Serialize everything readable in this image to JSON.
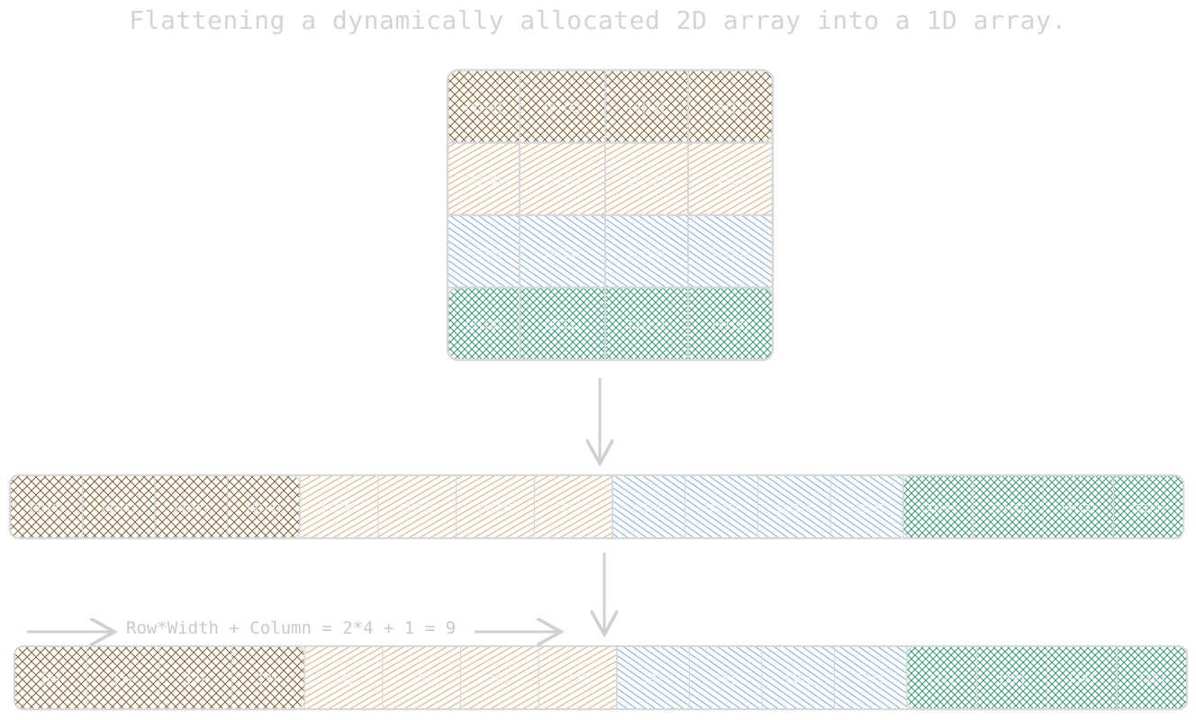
{
  "title": "Flattening a dynamically allocated 2D array into a 1D array.",
  "formula": "Row*Width + Column = 2*4 + 1 = 9",
  "colors": {
    "row0": "#86663a",
    "row1": "#d2955e",
    "row2": "#5a97d8",
    "row3": "#3f9a76",
    "border": "#d8d8d8",
    "label": "#efefef",
    "arrow": "#cfcfcf"
  },
  "grid": {
    "rows": [
      [
        "[0][0]",
        "[0][1]",
        "[0][2]",
        "[0][3]"
      ],
      [
        "[1][0]",
        "[1][1]",
        "[1][2]",
        "[1][3]"
      ],
      [
        "[2][0]",
        "[2][1]",
        "[2][2]",
        "[2][3]"
      ],
      [
        "[3][0]",
        "[3][1]",
        "[3][2]",
        "[3][3]"
      ]
    ]
  },
  "flat_2d_labels": [
    "[0][0]",
    "[0][1]",
    "[0][2]",
    "[0][3]",
    "[1][0]",
    "[1][1]",
    "[1][2]",
    "[1][3]",
    "[2][0]",
    "[2][1]",
    "[2][2]",
    "[2][3]",
    "[3][0]",
    "[3][1]",
    "[3][2]",
    "[3][3]"
  ],
  "flat_1d_labels": [
    "[0]",
    "[1]",
    "[2]",
    "[3]",
    "[4]",
    "[5]",
    "[6]",
    "[7]",
    "[8]",
    "[9]",
    "[10]",
    "[11]",
    "[12]",
    "[13]",
    "[14]",
    "[15]"
  ]
}
